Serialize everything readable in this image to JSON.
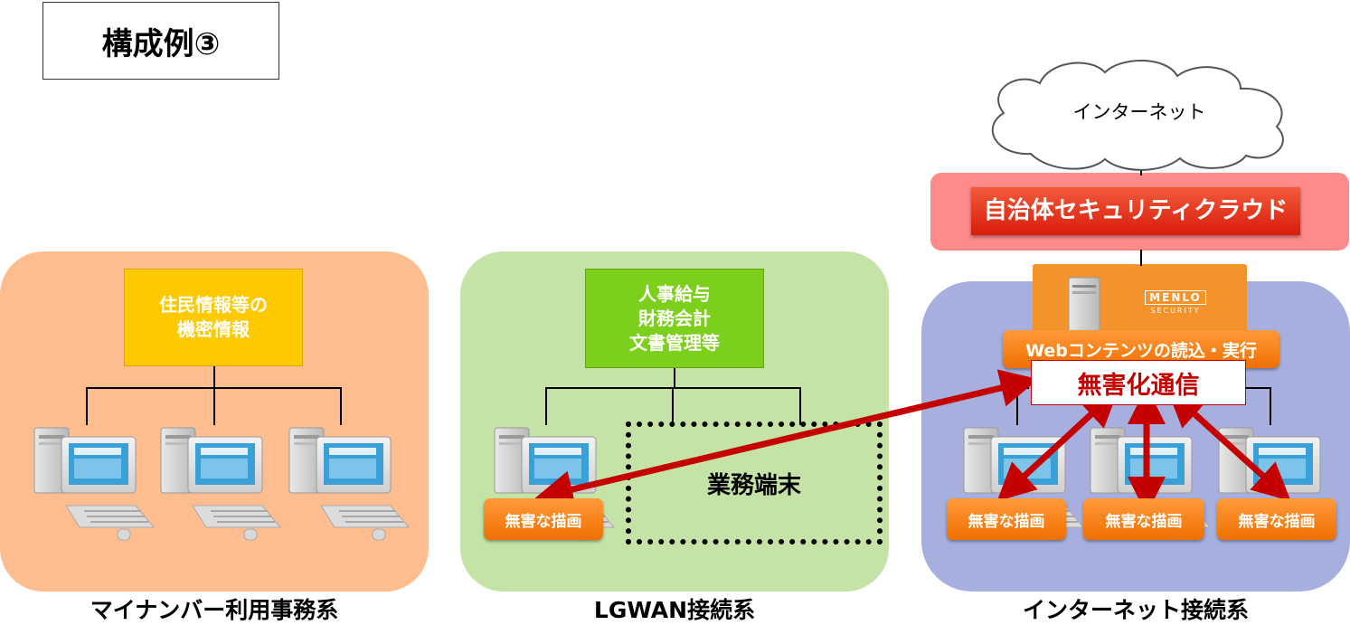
{
  "title": "構成例③",
  "zones": {
    "mynumber": {
      "label": "マイナンバー利用事務系",
      "info": [
        "住民情報等の",
        "機密情報"
      ]
    },
    "lgwan": {
      "label": "LGWAN接続系",
      "info": [
        "人事給与",
        "財務会計",
        "文書管理等"
      ],
      "terminal_label": "業務端末",
      "safe_render": "無害な描画"
    },
    "internet": {
      "label": "インターネット接続系",
      "safe_render": [
        "無害な描画",
        "無害な描画",
        "無害な描画"
      ]
    }
  },
  "cloud_label": "インターネット",
  "security_cloud": "自治体セキュリティクラウド",
  "menlo": {
    "logo_top": "MENLO",
    "logo_bottom": "SECURITY",
    "web_label": "Webコンテンツの読込・実行"
  },
  "sanitized": "無害化通信",
  "colors": {
    "mynumber_bg": "#fdbd8f",
    "lgwan_bg": "#c5e3a6",
    "internet_bg": "#a6afde",
    "info_yellow": "#ffc900",
    "info_green": "#7ccf1a",
    "security_bg": "#ff8a8a",
    "security_box": "#e8321a",
    "arrow": "#c40000",
    "orange": "#f07000"
  }
}
